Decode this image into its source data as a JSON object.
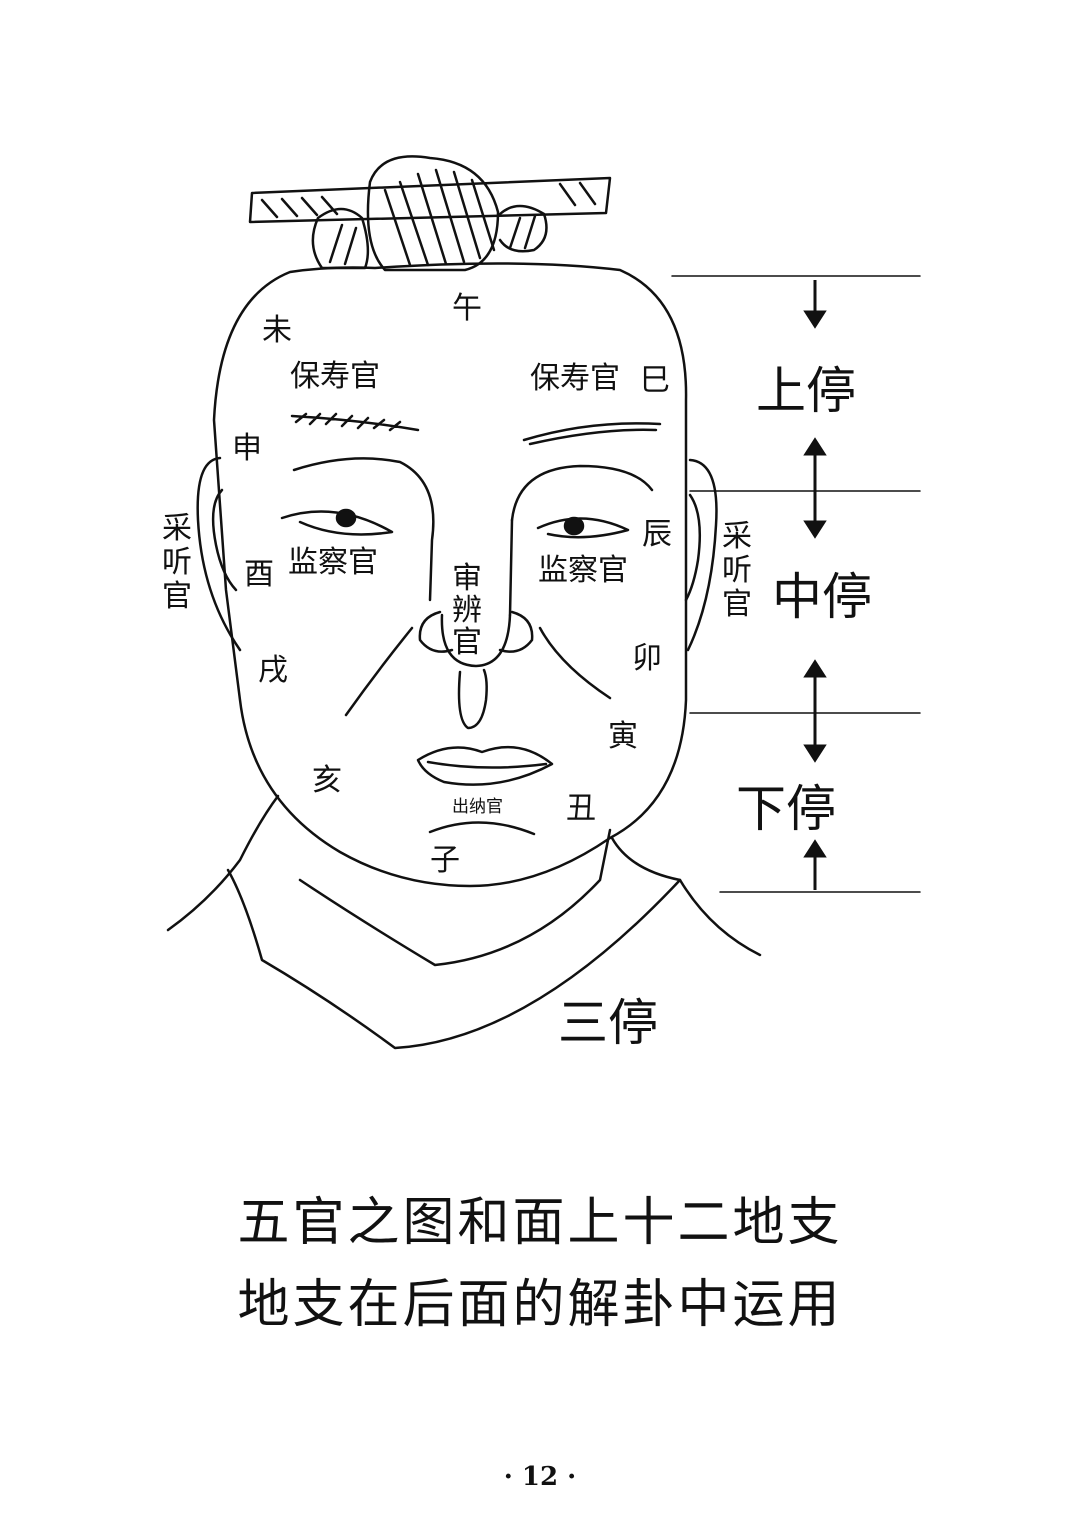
{
  "labels": {
    "wu": "午",
    "wei": "未",
    "baoshou_left": "保寿官",
    "baoshou_right": "保寿官",
    "si": "巳",
    "shen": "申",
    "caiting_left": [
      "采",
      "听",
      "官"
    ],
    "caiting_right": [
      "采",
      "听",
      "官"
    ],
    "you": "酉",
    "jiancha_left": "监察官",
    "jiancha_right": "监察官",
    "shenbian": [
      "审",
      "辨",
      "官"
    ],
    "chen": "辰",
    "xu": "戌",
    "mao": "卯",
    "yin": "寅",
    "hai": "亥",
    "chou": "丑",
    "chuna": "出纳官",
    "zi": "子"
  },
  "stops": {
    "upper": "上停",
    "middle": "中停",
    "lower": "下停",
    "title": "三停"
  },
  "caption": {
    "line1": "五官之图和面上十二地支",
    "line2": "地支在后面的解卦中运用"
  },
  "page_number": "· 12 ·"
}
